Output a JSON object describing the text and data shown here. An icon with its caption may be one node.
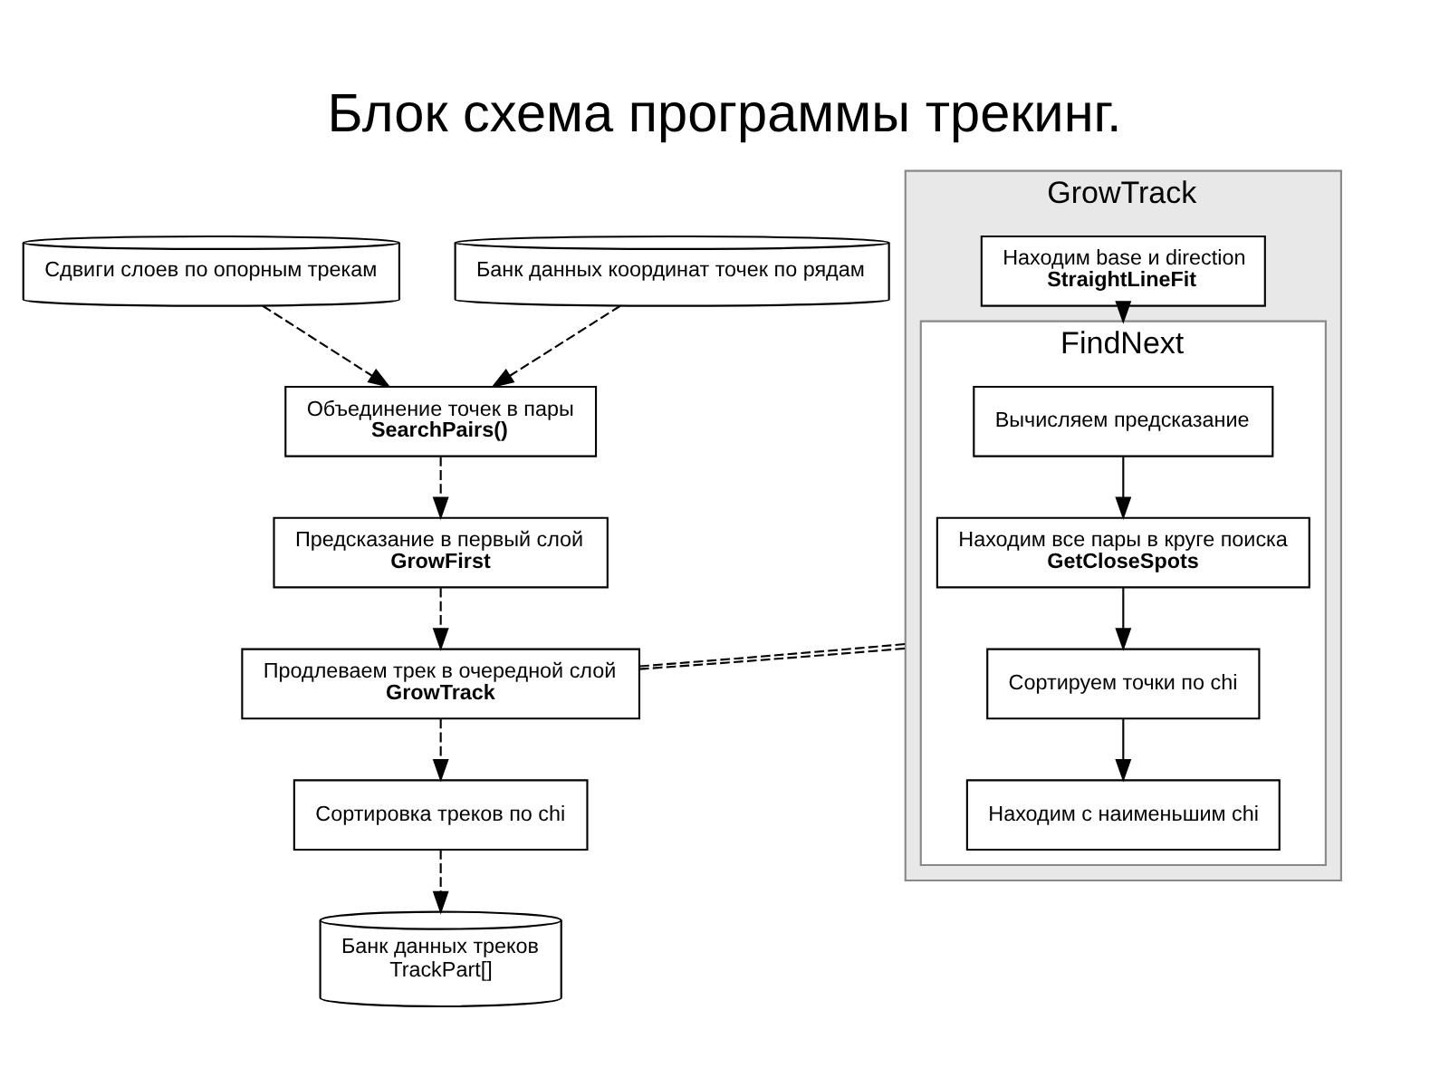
{
  "diagram": {
    "title": "Блок схема программы трекинг.",
    "nodes": [
      {
        "text": [
          "Сдвиги слоев по опорным трекам"
        ]
      },
      {
        "text": [
          "Банк данных координат точек по рядам"
        ]
      },
      {
        "text": [
          "Объединение точек в пары",
          "SearchPairs()"
        ]
      },
      {
        "text": [
          "Предсказание в первый слой",
          "GrowFirst"
        ]
      },
      {
        "text": [
          "Продлеваем трек в очередной слой",
          "GrowTrack"
        ]
      },
      {
        "text": [
          "Сортировка треков по chi"
        ]
      },
      {
        "text": [
          "Банк данных треков",
          "TrackPart[]"
        ]
      },
      {
        "text": [
          "GrowTrack"
        ]
      },
      {
        "text": [
          "Находим base и direction",
          "StraightLineFit"
        ],
        "in": 7
      },
      {
        "text": [
          "FindNext"
        ],
        "in": 7
      },
      {
        "text": [
          "Вычисляем предсказание"
        ],
        "in": 9
      },
      {
        "text": [
          "Находим все пары в круге поиска",
          "GetCloseSpots"
        ],
        "in": 9
      },
      {
        "text": [
          "Сортируем точки по chi"
        ],
        "in": 9
      },
      {
        "text": [
          "Находим с наименьшим chi"
        ],
        "in": 9
      }
    ],
    "edges": [
      {
        "from": 0,
        "to": 2,
        "arrow": "to",
        "style": "dashed"
      },
      {
        "from": 1,
        "to": 2,
        "arrow": "to",
        "style": "dashed"
      },
      {
        "from": 2,
        "to": 3,
        "arrow": "to",
        "style": "dashed"
      },
      {
        "from": 3,
        "to": 4,
        "arrow": "to",
        "style": "dashed"
      },
      {
        "from": 4,
        "to": 5,
        "arrow": "to",
        "style": "dashed"
      },
      {
        "from": 5,
        "to": 6,
        "arrow": "to",
        "style": "dashed"
      },
      {
        "from": 4,
        "to": 7,
        "arrow": "none",
        "style": "dashed"
      },
      {
        "from": 4,
        "to": 7,
        "arrow": "none",
        "style": "dashed"
      },
      {
        "from": 8,
        "to": 9,
        "arrow": "to"
      },
      {
        "from": 10,
        "to": 11,
        "arrow": "to"
      },
      {
        "from": 11,
        "to": 12,
        "arrow": "to"
      },
      {
        "from": 12,
        "to": 13,
        "arrow": "to"
      }
    ]
  }
}
